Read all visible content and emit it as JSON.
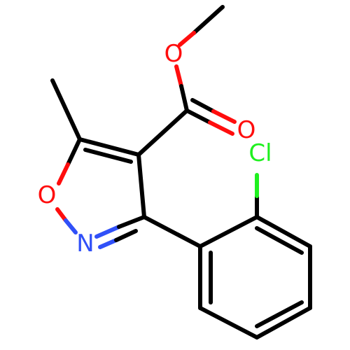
{
  "molecule": {
    "atoms": {
      "oxygen_ester": {
        "label": "O",
        "color": "#ff0d0d"
      },
      "oxygen_carbonyl": {
        "label": "O",
        "color": "#ff0d0d"
      },
      "oxygen_ring": {
        "label": "O",
        "color": "#ff0d0d"
      },
      "nitrogen_ring": {
        "label": "N",
        "color": "#3050f8"
      },
      "chlorine": {
        "label": "Cl",
        "color": "#1ff01f"
      }
    },
    "bond_color": "#000000"
  }
}
